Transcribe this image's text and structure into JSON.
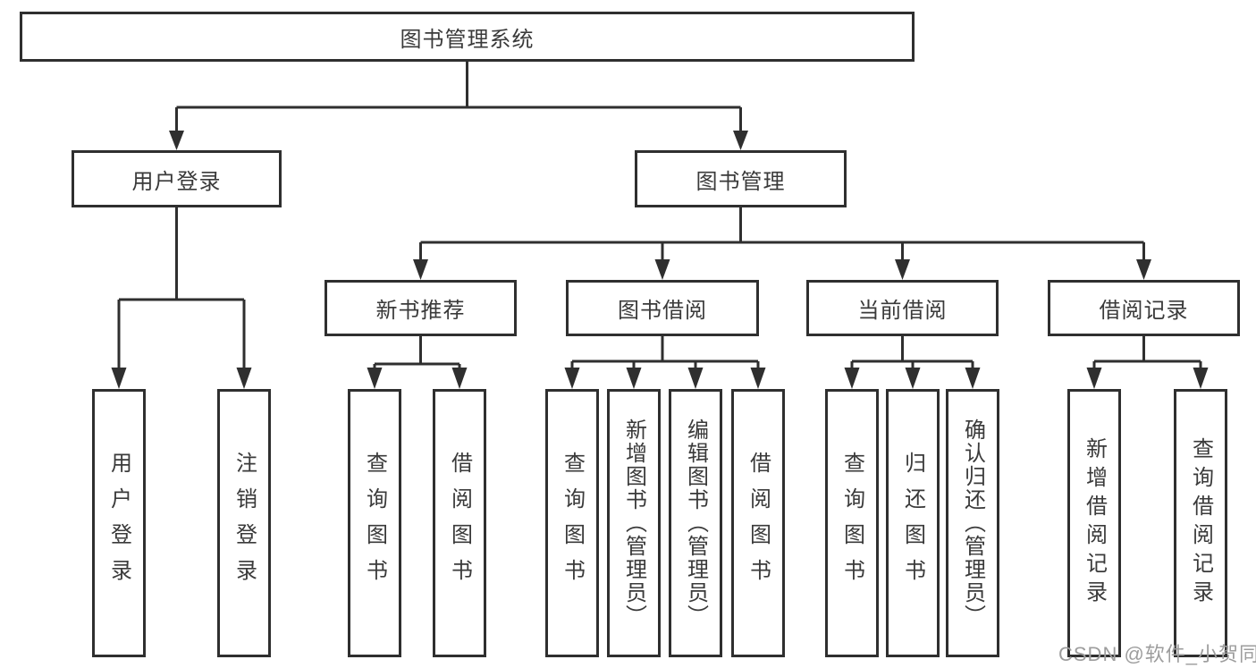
{
  "diagram": {
    "root": "图书管理系统",
    "branches": [
      {
        "label": "用户登录",
        "children": [
          "用户登录",
          "注销登录"
        ]
      },
      {
        "label": "图书管理",
        "children": [
          {
            "label": "新书推荐",
            "children": [
              "查询图书",
              "借阅图书"
            ]
          },
          {
            "label": "图书借阅",
            "children": [
              "查询图书",
              "新增图书（管理员）",
              "编辑图书（管理员）",
              "借阅图书"
            ]
          },
          {
            "label": "当前借阅",
            "children": [
              "查询图书",
              "归还图书",
              "确认归还（管理员）"
            ]
          },
          {
            "label": "借阅记录",
            "children": [
              "新增借阅记录",
              "查询借阅记录"
            ]
          }
        ]
      }
    ]
  },
  "colors": {
    "line": "#2f2f2f",
    "text": "#3a3a3a",
    "watermark": "#9d9d9d",
    "background": "#ffffff"
  },
  "watermark": "CSDN @软件_小贺同学"
}
